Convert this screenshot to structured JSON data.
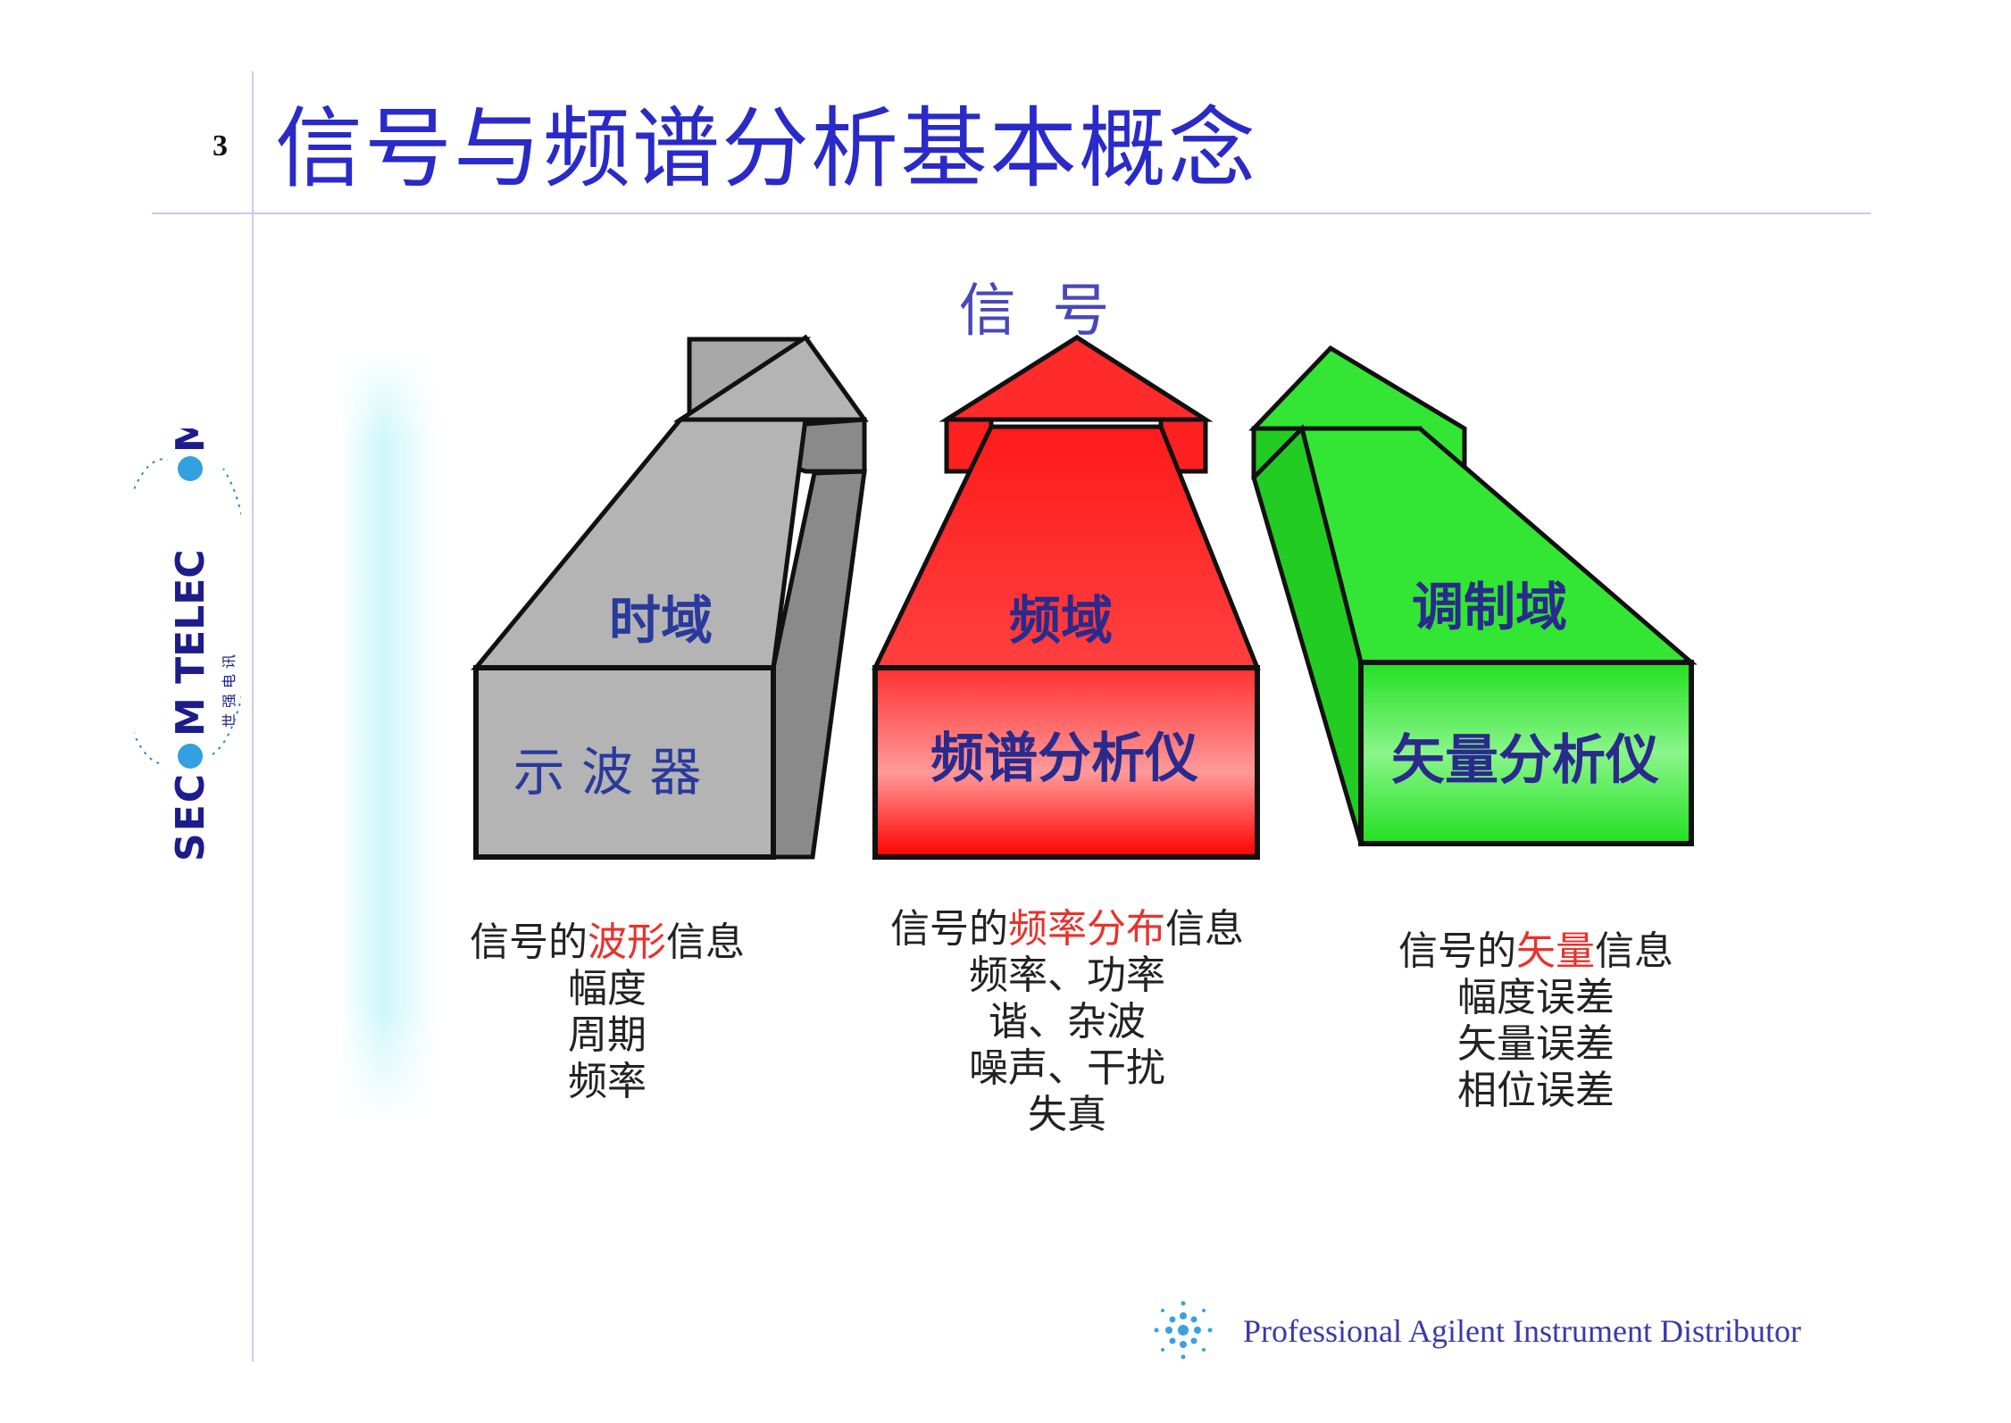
{
  "slide": {
    "page_number": "3",
    "title": "信号与频谱分析基本概念"
  },
  "diagram": {
    "top_label": "信  号",
    "arrows": [
      {
        "domain_label": "时域",
        "instrument": "示 波 器",
        "color": "#b4b4b4",
        "desc_lines": [
          "信号的",
          "波形",
          "信息",
          "幅度",
          "周期",
          "频率"
        ]
      },
      {
        "domain_label": "频域",
        "instrument": "频谱分析仪",
        "color": "#ff2020",
        "desc_lines": [
          "信号的",
          "频率分布",
          "信息",
          "频率、功率",
          "谐、杂波",
          "噪声、干扰",
          "失真"
        ]
      },
      {
        "domain_label": "调制域",
        "instrument": "矢量分析仪",
        "color": "#33e633",
        "desc_lines": [
          "信号的",
          "矢量",
          "信息",
          "幅度误差",
          "矢量误差",
          "相位误差"
        ]
      }
    ],
    "highlight_color": "#e8322d"
  },
  "logo": {
    "text": "SEC   M TELEC   M",
    "sub": "世强电讯",
    "color": "#1c1c8c"
  },
  "footer": {
    "text": "Professional Agilent Instrument Distributor",
    "color": "#3a3aa8"
  }
}
